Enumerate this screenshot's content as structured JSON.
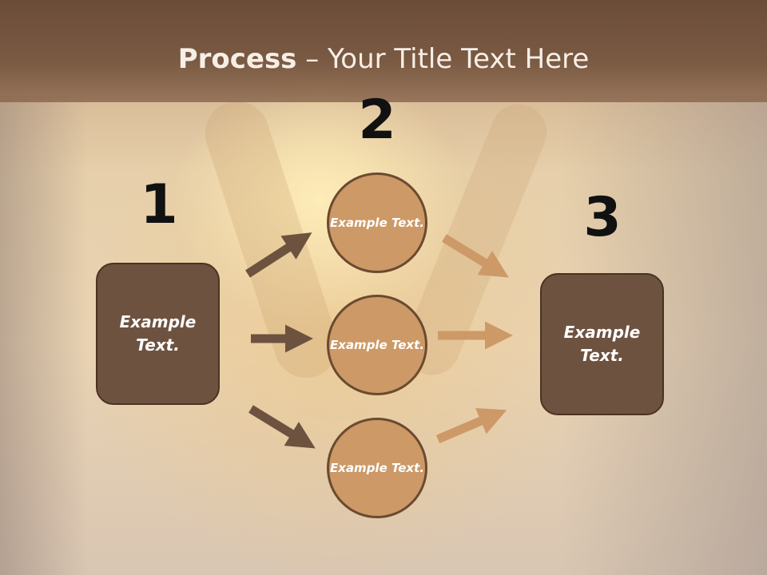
{
  "title": {
    "bold": "Process",
    "rest": " – Your Title Text Here"
  },
  "steps": [
    {
      "number": "1",
      "text": "Example Text."
    },
    {
      "number": "2",
      "text": [
        "Example Text.",
        "Example Text.",
        "Example Text."
      ]
    },
    {
      "number": "3",
      "text": "Example Text."
    }
  ],
  "colors": {
    "box": "#6e5240",
    "circle": "#cc9967",
    "arrow_dark": "#6e5240",
    "arrow_light": "#cc9967"
  }
}
